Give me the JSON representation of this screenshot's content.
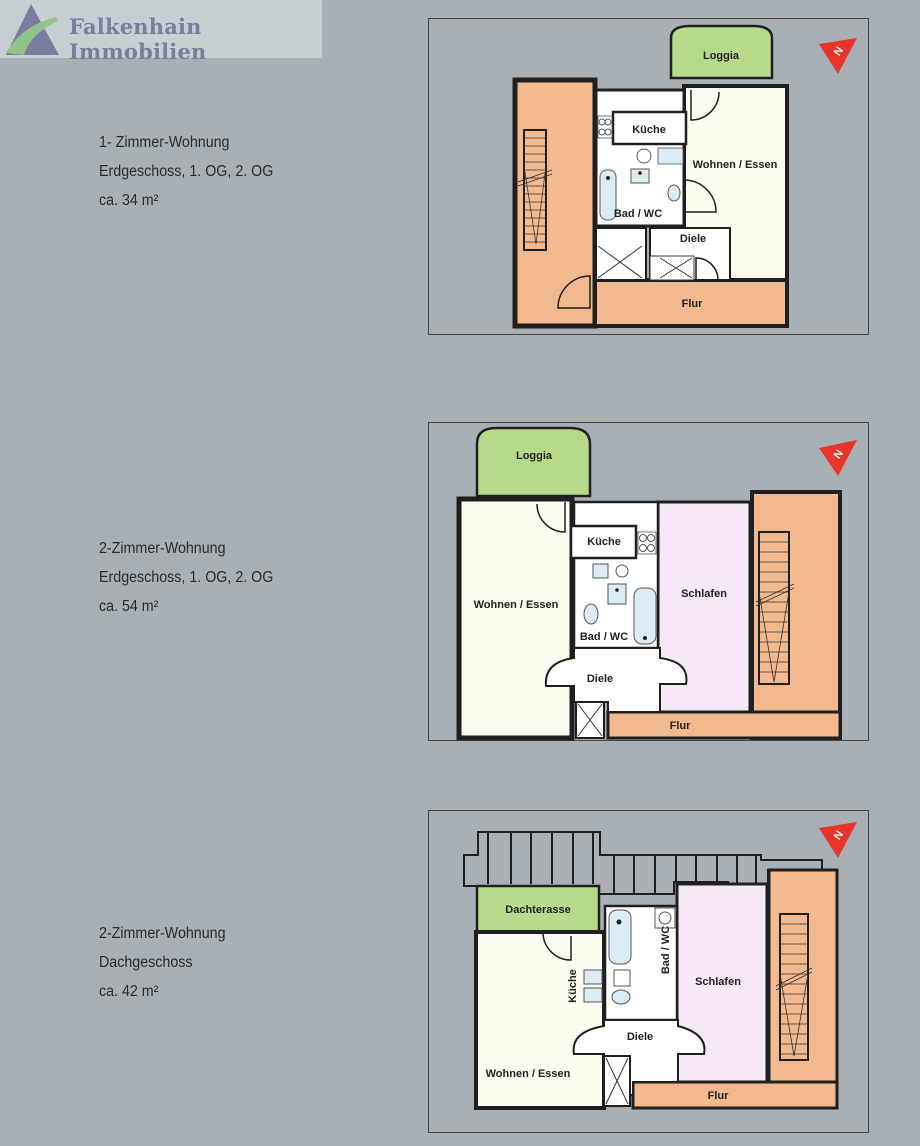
{
  "brand": {
    "name": "Falkenhain Immobilien",
    "logo_icon": "triangle-road-logo",
    "colors": {
      "text": "#7b7d9c",
      "triangle": "#7a7d9e",
      "road": "#8fc48a"
    }
  },
  "colors": {
    "background": "#a8b0b6",
    "stair_hall": "#f2b88e",
    "outdoor": "#b7d98a",
    "bedroom": "#f6e8f7",
    "living": "#fbfbef",
    "wall": "#1f1f1f",
    "north_arrow": "#e8342a"
  },
  "apartments": [
    {
      "title": "1- Zimmer-Wohnung",
      "floors": "Erdgeschoss, 1. OG, 2. OG",
      "area": "ca. 34 m²",
      "rooms": {
        "loggia": "Loggia",
        "kitchen": "Küche",
        "living": "Wohnen / Essen",
        "bath": "Bad / WC",
        "hall": "Diele",
        "corridor": "Flur"
      },
      "north": "N"
    },
    {
      "title": "2-Zimmer-Wohnung",
      "floors": "Erdgeschoss, 1. OG, 2. OG",
      "area": "ca. 54 m²",
      "rooms": {
        "loggia": "Loggia",
        "kitchen": "Küche",
        "living": "Wohnen / Essen",
        "bath": "Bad / WC",
        "bedroom": "Schlafen",
        "hall": "Diele",
        "corridor": "Flur"
      },
      "north": "N"
    },
    {
      "title": "2-Zimmer-Wohnung",
      "floors": "Dachgeschoss",
      "area": "ca. 42 m²",
      "rooms": {
        "terrace": "Dachterasse",
        "kitchen": "Küche",
        "living": "Wohnen / Essen",
        "bath": "Bad / WC",
        "bedroom": "Schlafen",
        "hall": "Diele",
        "corridor": "Flur"
      },
      "north": "N"
    }
  ]
}
